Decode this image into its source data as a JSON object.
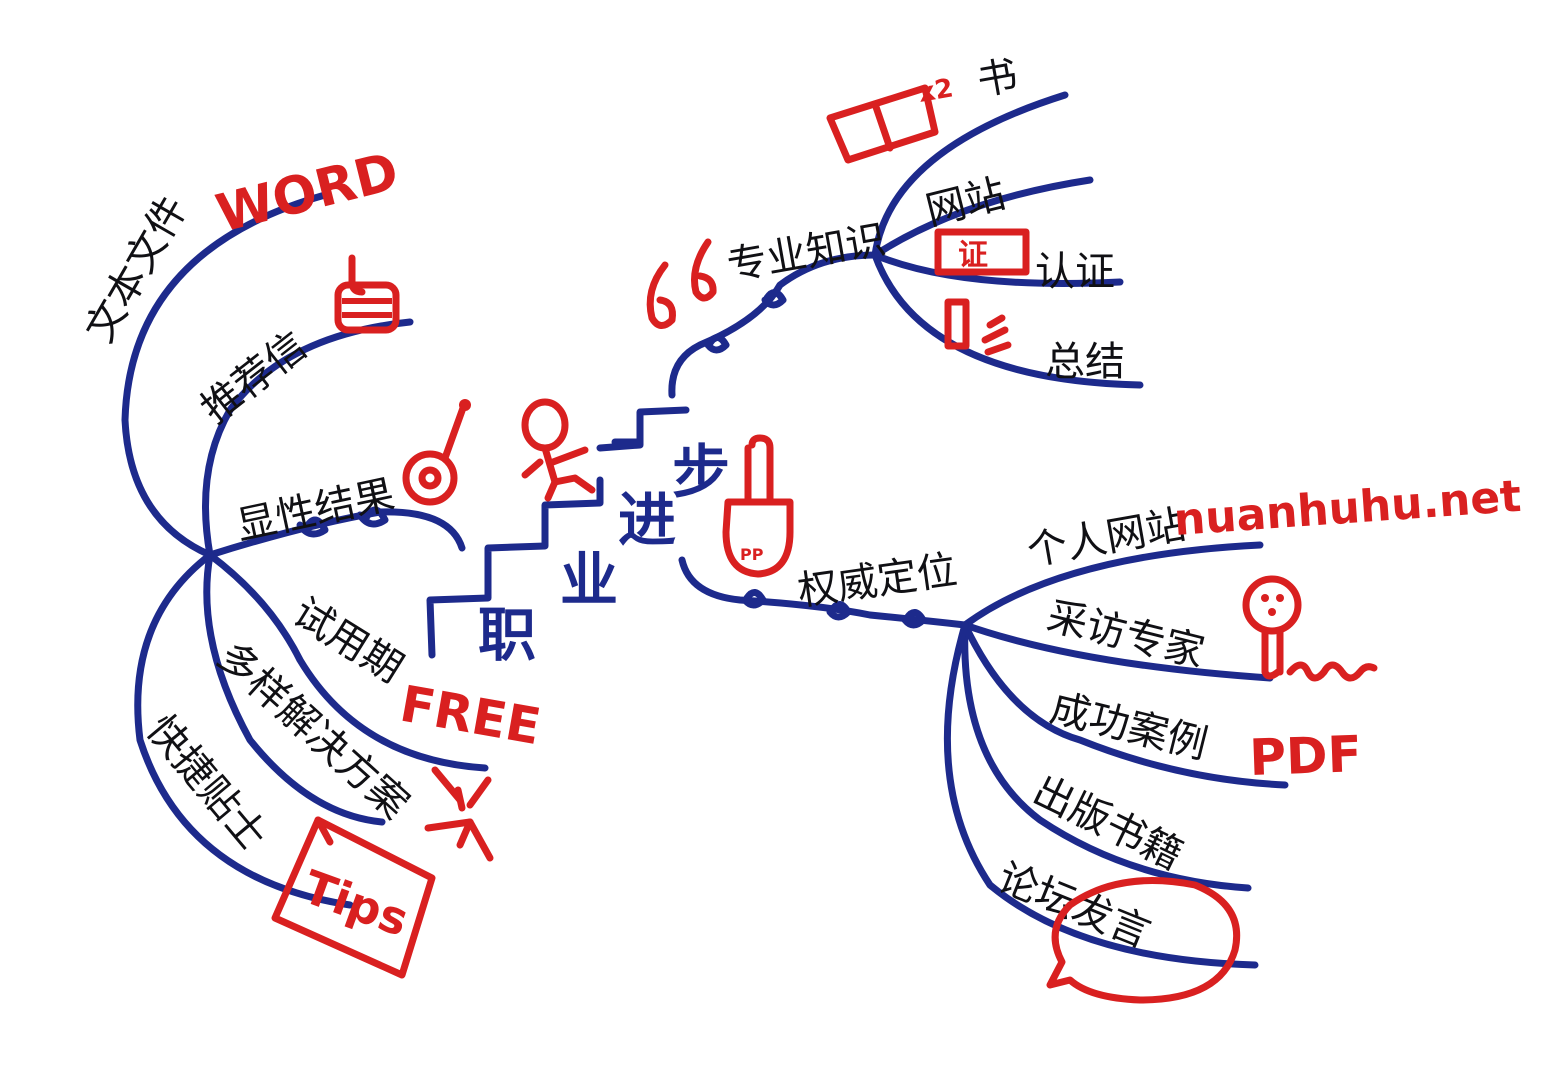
{
  "center": {
    "chars": [
      "职",
      "业",
      "进",
      "步"
    ]
  },
  "left_top_branch": {
    "items": [
      {
        "label": "文本文件",
        "tag": "WORD"
      },
      {
        "label": "推荐信"
      },
      {
        "label": "显性结果"
      }
    ]
  },
  "left_bottom_branch": {
    "items": [
      {
        "label": "试用期",
        "tag": "FREE"
      },
      {
        "label": "多样解决方案"
      },
      {
        "label": "快捷贴士",
        "tag": "Tips"
      }
    ]
  },
  "top_right_branch": {
    "title": "专业知识",
    "items": [
      {
        "label": "书",
        "tag": "x2"
      },
      {
        "label": "网站"
      },
      {
        "label": "认证",
        "tag": "证"
      },
      {
        "label": "总结"
      }
    ]
  },
  "bottom_right_branch": {
    "title": "权威定位",
    "items": [
      {
        "label": "个人网站",
        "tag": "nuanhuhu.net"
      },
      {
        "label": "采访专家"
      },
      {
        "label": "成功案例",
        "tag": "PDF"
      },
      {
        "label": "出版书籍"
      },
      {
        "label": "论坛发言"
      }
    ]
  },
  "decorations": {
    "stamp_text": "PP"
  },
  "colors": {
    "ink_blue": "#1d2a8c",
    "ink_red": "#d92020",
    "text": "#101014"
  }
}
